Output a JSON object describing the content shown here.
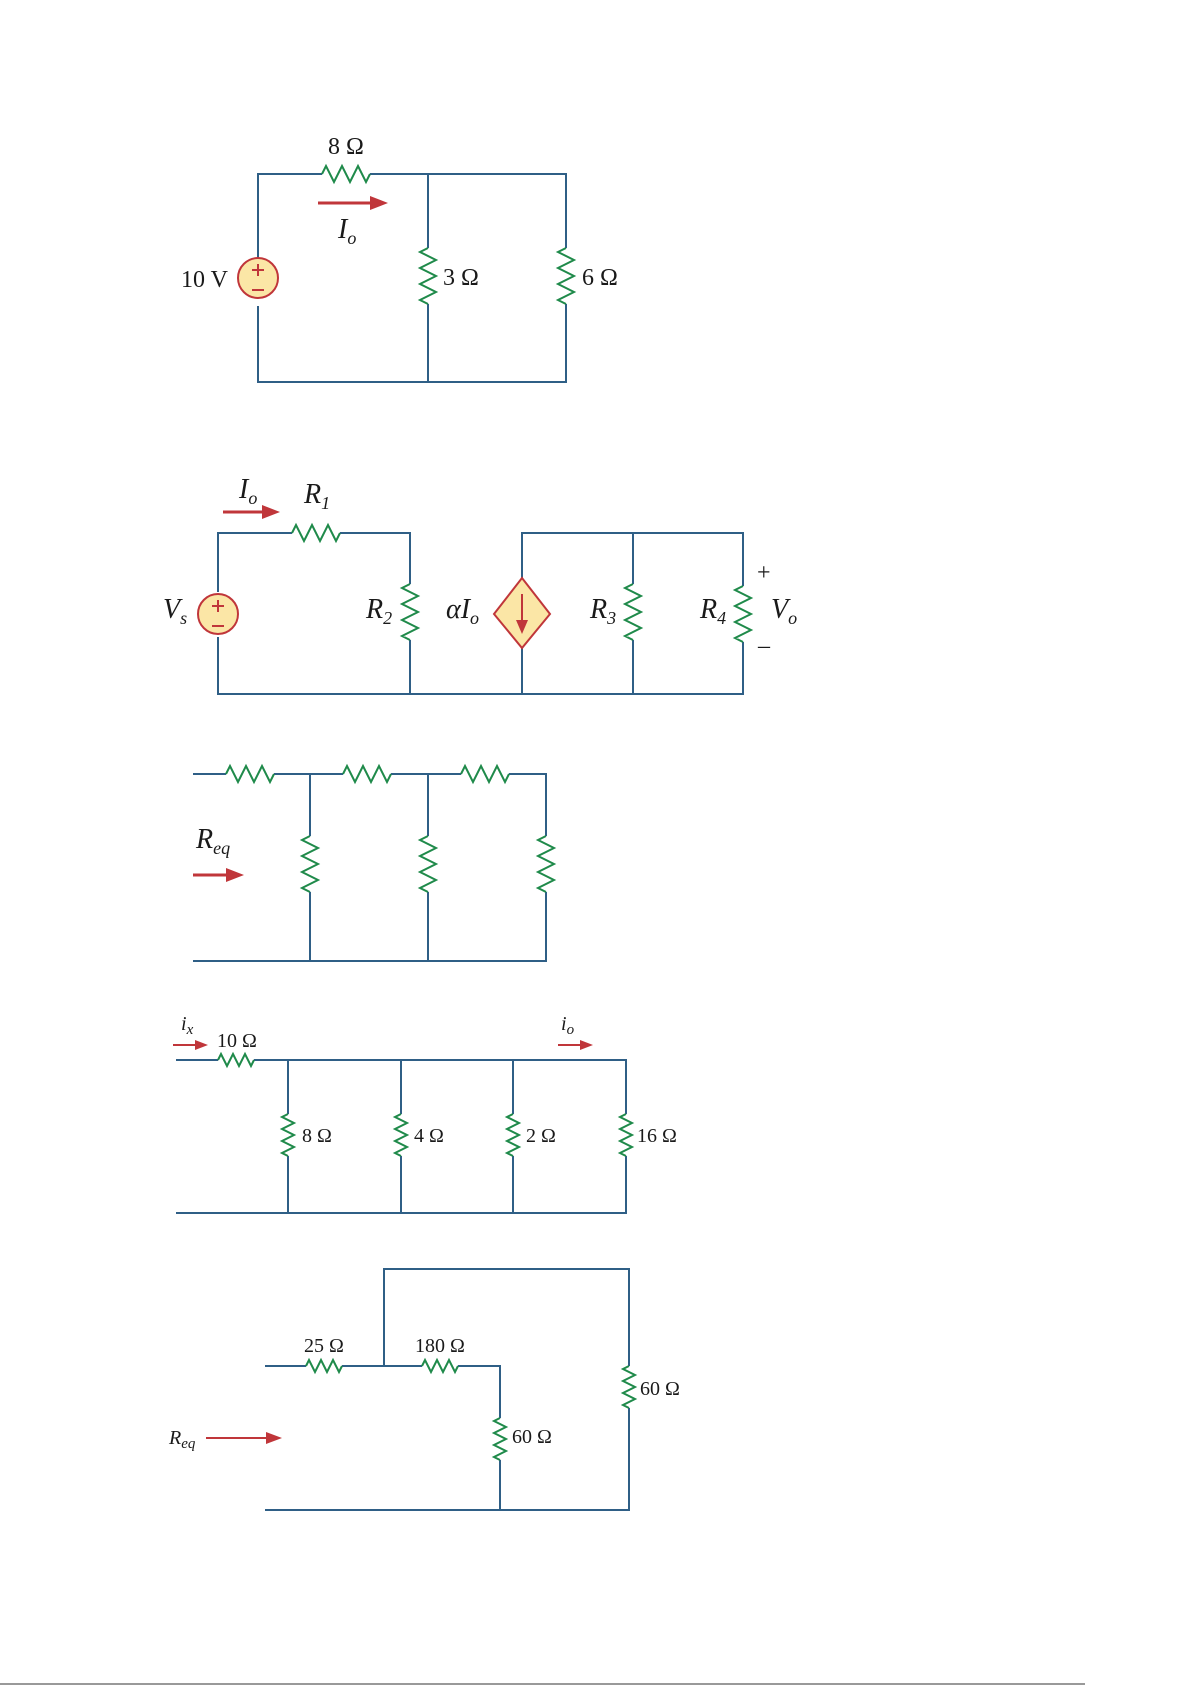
{
  "circuit1": {
    "r_top": "8 Ω",
    "r_mid": "3 Ω",
    "r_right": "6 Ω",
    "source": "10 V",
    "current_main": "I",
    "current_sub": "o"
  },
  "circuit2": {
    "current_main": "I",
    "current_sub": "o",
    "r1_main": "R",
    "r1_sub": "1",
    "r2_main": "R",
    "r2_sub": "2",
    "r3_main": "R",
    "r3_sub": "3",
    "r4_main": "R",
    "r4_sub": "4",
    "vs_main": "V",
    "vs_sub": "s",
    "dep_main": "αI",
    "dep_sub": "o",
    "vo_main": "V",
    "vo_sub": "o",
    "plus": "+",
    "minus": "–"
  },
  "circuit3": {
    "req_main": "R",
    "req_sub": "eq"
  },
  "circuit4": {
    "ix_main": "i",
    "ix_sub": "x",
    "io_main": "i",
    "io_sub": "o",
    "r_series": "10 Ω",
    "r_a": "8 Ω",
    "r_b": "4 Ω",
    "r_c": "2 Ω",
    "r_d": "16 Ω"
  },
  "circuit5": {
    "r_25": "25 Ω",
    "r_180": "180 Ω",
    "r_60_mid": "60 Ω",
    "r_60_right": "60 Ω",
    "req_main": "R",
    "req_sub": "eq"
  }
}
